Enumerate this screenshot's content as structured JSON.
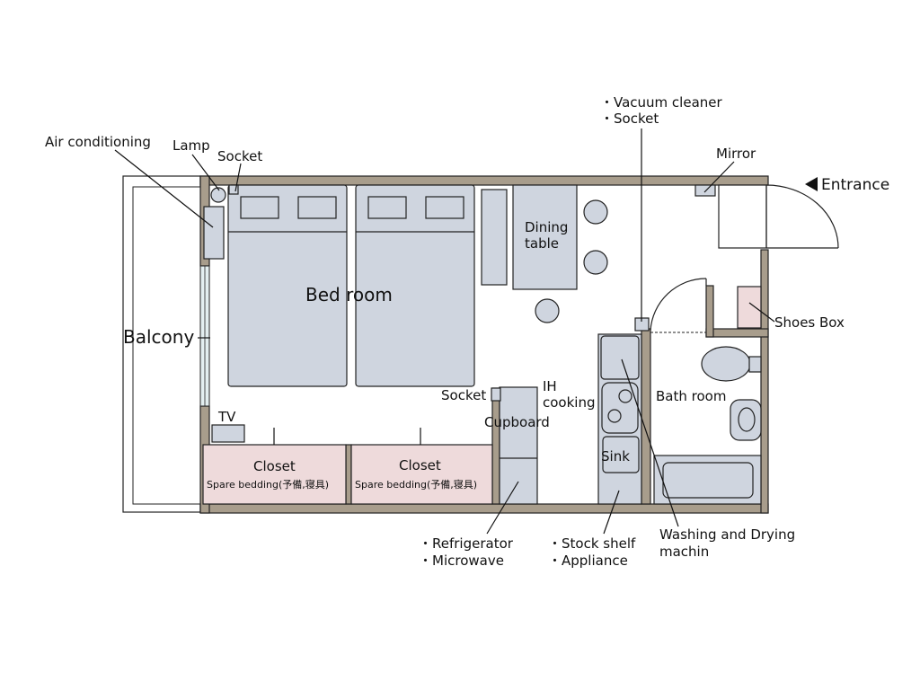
{
  "labels": {
    "air_conditioning": "Air conditioning",
    "lamp": "Lamp",
    "socket_top": "Socket",
    "vacuum_cleaner": "・Vacuum cleaner",
    "vacuum_socket": "・Socket",
    "mirror": "Mirror",
    "entrance": "Entrance",
    "bed_room": "Bed room",
    "dining_line1": "Dining",
    "dining_line2": "table",
    "balcony": "Balcony",
    "shoes_box": "Shoes Box",
    "bath_room": "Bath room",
    "socket_kitchen": "Socket",
    "ih_line1": "IH",
    "ih_line2": "cooking",
    "cupboard": "Cupboard",
    "tv": "TV",
    "closet_1": "Closet",
    "closet_2": "Closet",
    "spare_bedding_1": "Spare bedding(予備,寝具)",
    "spare_bedding_2": "Spare bedding(予備,寝具)",
    "sink": "Sink",
    "refrigerator": "・Refrigerator",
    "microwave": "・Microwave",
    "stock_shelf": "・Stock shelf",
    "appliance": "・Appliance",
    "washing_line1": "Washing and Drying",
    "washing_line2": "machin"
  },
  "colors": {
    "wall": "#a89d8c",
    "furniture": "#cfd5df",
    "closet": "#eedadb"
  },
  "icons": {
    "entrance_arrow": "triangle-left-icon"
  }
}
